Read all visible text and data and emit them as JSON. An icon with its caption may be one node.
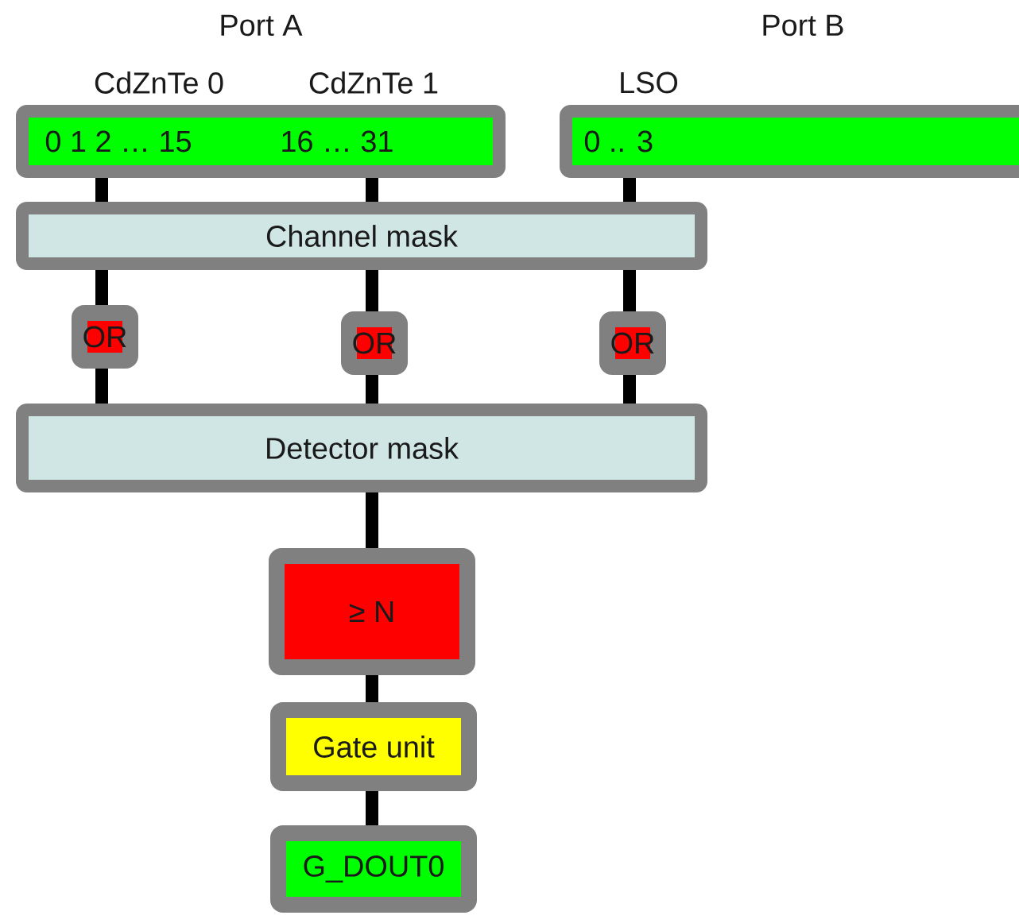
{
  "diagram": {
    "nodes": [
      {
        "text": [
          "Port A",
          "CdZnTe 0",
          "CdZnTe 1",
          "0 1 2 … 15",
          "16 … 31"
        ]
      },
      {
        "text": [
          "Port B",
          "LSO",
          "0 .. 3"
        ]
      },
      {
        "text": [
          "Channel mask"
        ]
      },
      {
        "text": [
          "OR"
        ]
      },
      {
        "text": [
          "OR"
        ]
      },
      {
        "text": [
          "OR"
        ]
      },
      {
        "text": [
          "Detector mask"
        ]
      },
      {
        "text": [
          "≥ N"
        ]
      },
      {
        "text": [
          "Gate unit"
        ]
      },
      {
        "text": [
          "G_DOUT0"
        ]
      }
    ],
    "edges": [
      {
        "from": 0,
        "to": 2,
        "arrow": "none"
      },
      {
        "from": 0,
        "to": 2,
        "arrow": "none"
      },
      {
        "from": 1,
        "to": 2,
        "arrow": "none"
      },
      {
        "from": 2,
        "to": 3,
        "arrow": "none"
      },
      {
        "from": 2,
        "to": 4,
        "arrow": "none"
      },
      {
        "from": 2,
        "to": 5,
        "arrow": "none"
      },
      {
        "from": 3,
        "to": 6,
        "arrow": "none"
      },
      {
        "from": 4,
        "to": 6,
        "arrow": "none"
      },
      {
        "from": 5,
        "to": 6,
        "arrow": "none"
      },
      {
        "from": 6,
        "to": 7,
        "arrow": "none"
      },
      {
        "from": 7,
        "to": 8,
        "arrow": "none"
      },
      {
        "from": 8,
        "to": 9,
        "arrow": "none"
      }
    ]
  }
}
